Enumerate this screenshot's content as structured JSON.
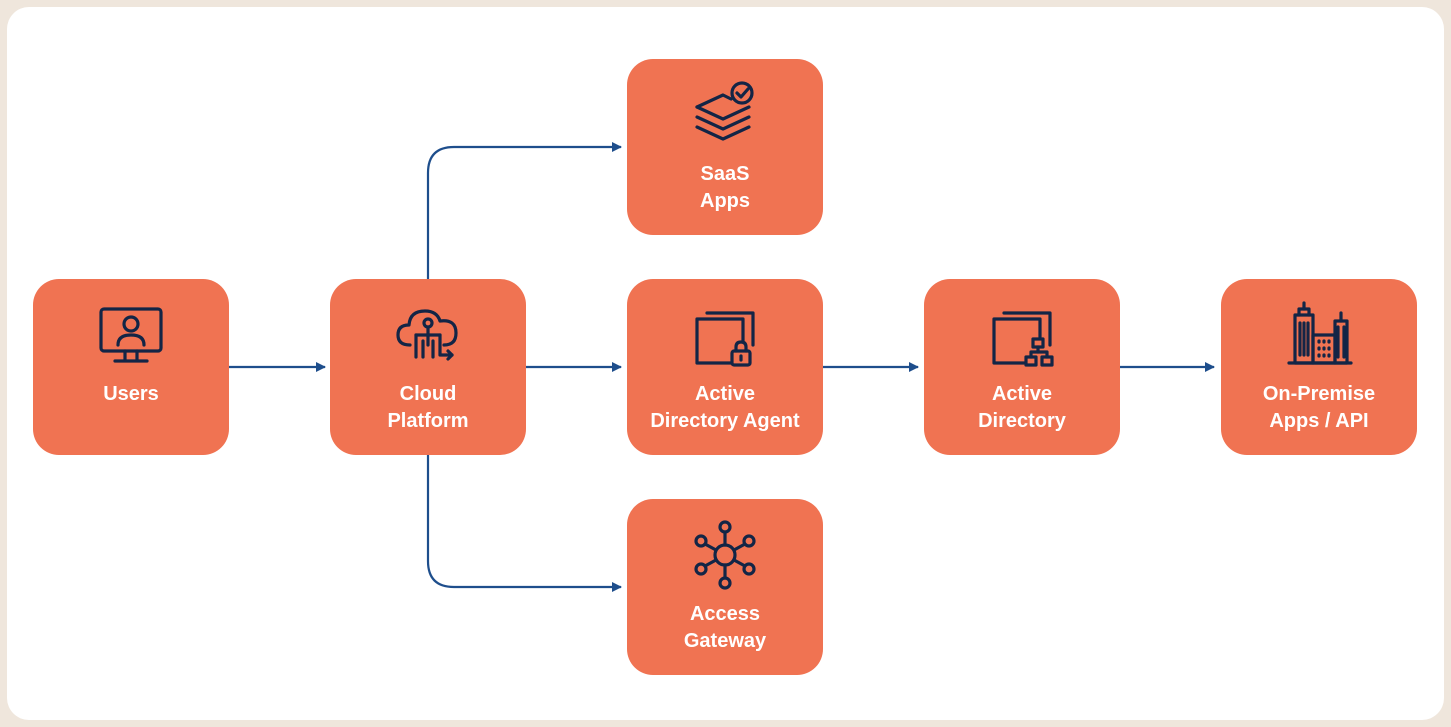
{
  "colors": {
    "page_bg": "#efe6dc",
    "canvas_bg": "#ffffff",
    "node_fill": "#f07352",
    "node_text": "#ffffff",
    "icon_stroke": "#132546",
    "connector": "#1e4e8c"
  },
  "nodes": {
    "users": {
      "icon": "monitor-user-icon",
      "lines": [
        "Users"
      ]
    },
    "cloud": {
      "icon": "cloud-network-icon",
      "lines": [
        "Cloud",
        "Platform"
      ]
    },
    "saas": {
      "icon": "layers-check-icon",
      "lines": [
        "SaaS",
        "Apps"
      ]
    },
    "ad_agent": {
      "icon": "folder-lock-icon",
      "lines": [
        "Active",
        "Directory Agent"
      ]
    },
    "gateway": {
      "icon": "hub-network-icon",
      "lines": [
        "Access",
        "Gateway"
      ]
    },
    "ad": {
      "icon": "folder-network-icon",
      "lines": [
        "Active",
        "Directory"
      ]
    },
    "on_premise": {
      "icon": "buildings-icon",
      "lines": [
        "On-Premise",
        "Apps / API"
      ]
    }
  },
  "edges": [
    {
      "from": "Users",
      "to": "Cloud Platform"
    },
    {
      "from": "Cloud Platform",
      "to": "SaaS Apps"
    },
    {
      "from": "Cloud Platform",
      "to": "Active Directory Agent"
    },
    {
      "from": "Cloud Platform",
      "to": "Access Gateway"
    },
    {
      "from": "Active Directory Agent",
      "to": "Active Directory"
    },
    {
      "from": "Active Directory",
      "to": "On-Premise Apps / API"
    }
  ]
}
